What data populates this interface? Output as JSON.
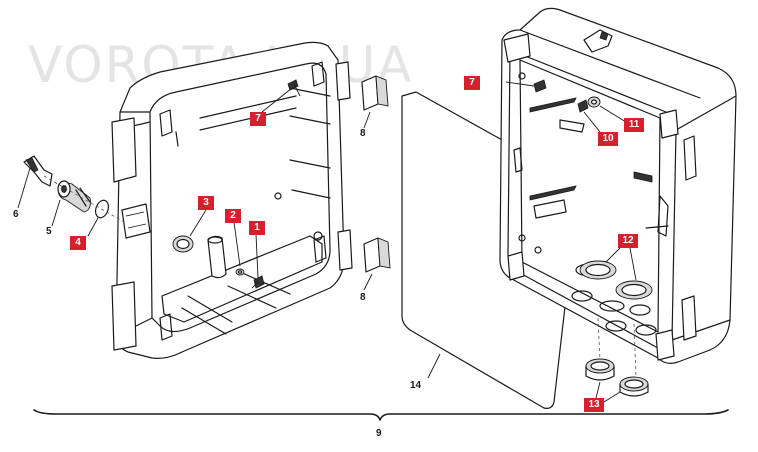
{
  "watermark": "VOROTA.IN.UA",
  "callouts": {
    "p1": "1",
    "p2": "2",
    "p3": "3",
    "p4": "4",
    "p5": "5",
    "p6": "6",
    "p7_left": "7",
    "p7_right": "7",
    "p8_top": "8",
    "p8_bottom": "8",
    "p9": "9",
    "p10": "10",
    "p11": "11",
    "p12": "12",
    "p13": "13",
    "p14": "14"
  },
  "colors": {
    "callout_red": "#d7202e",
    "line": "#1a1a1a",
    "watermark": "#e4e4e4"
  }
}
